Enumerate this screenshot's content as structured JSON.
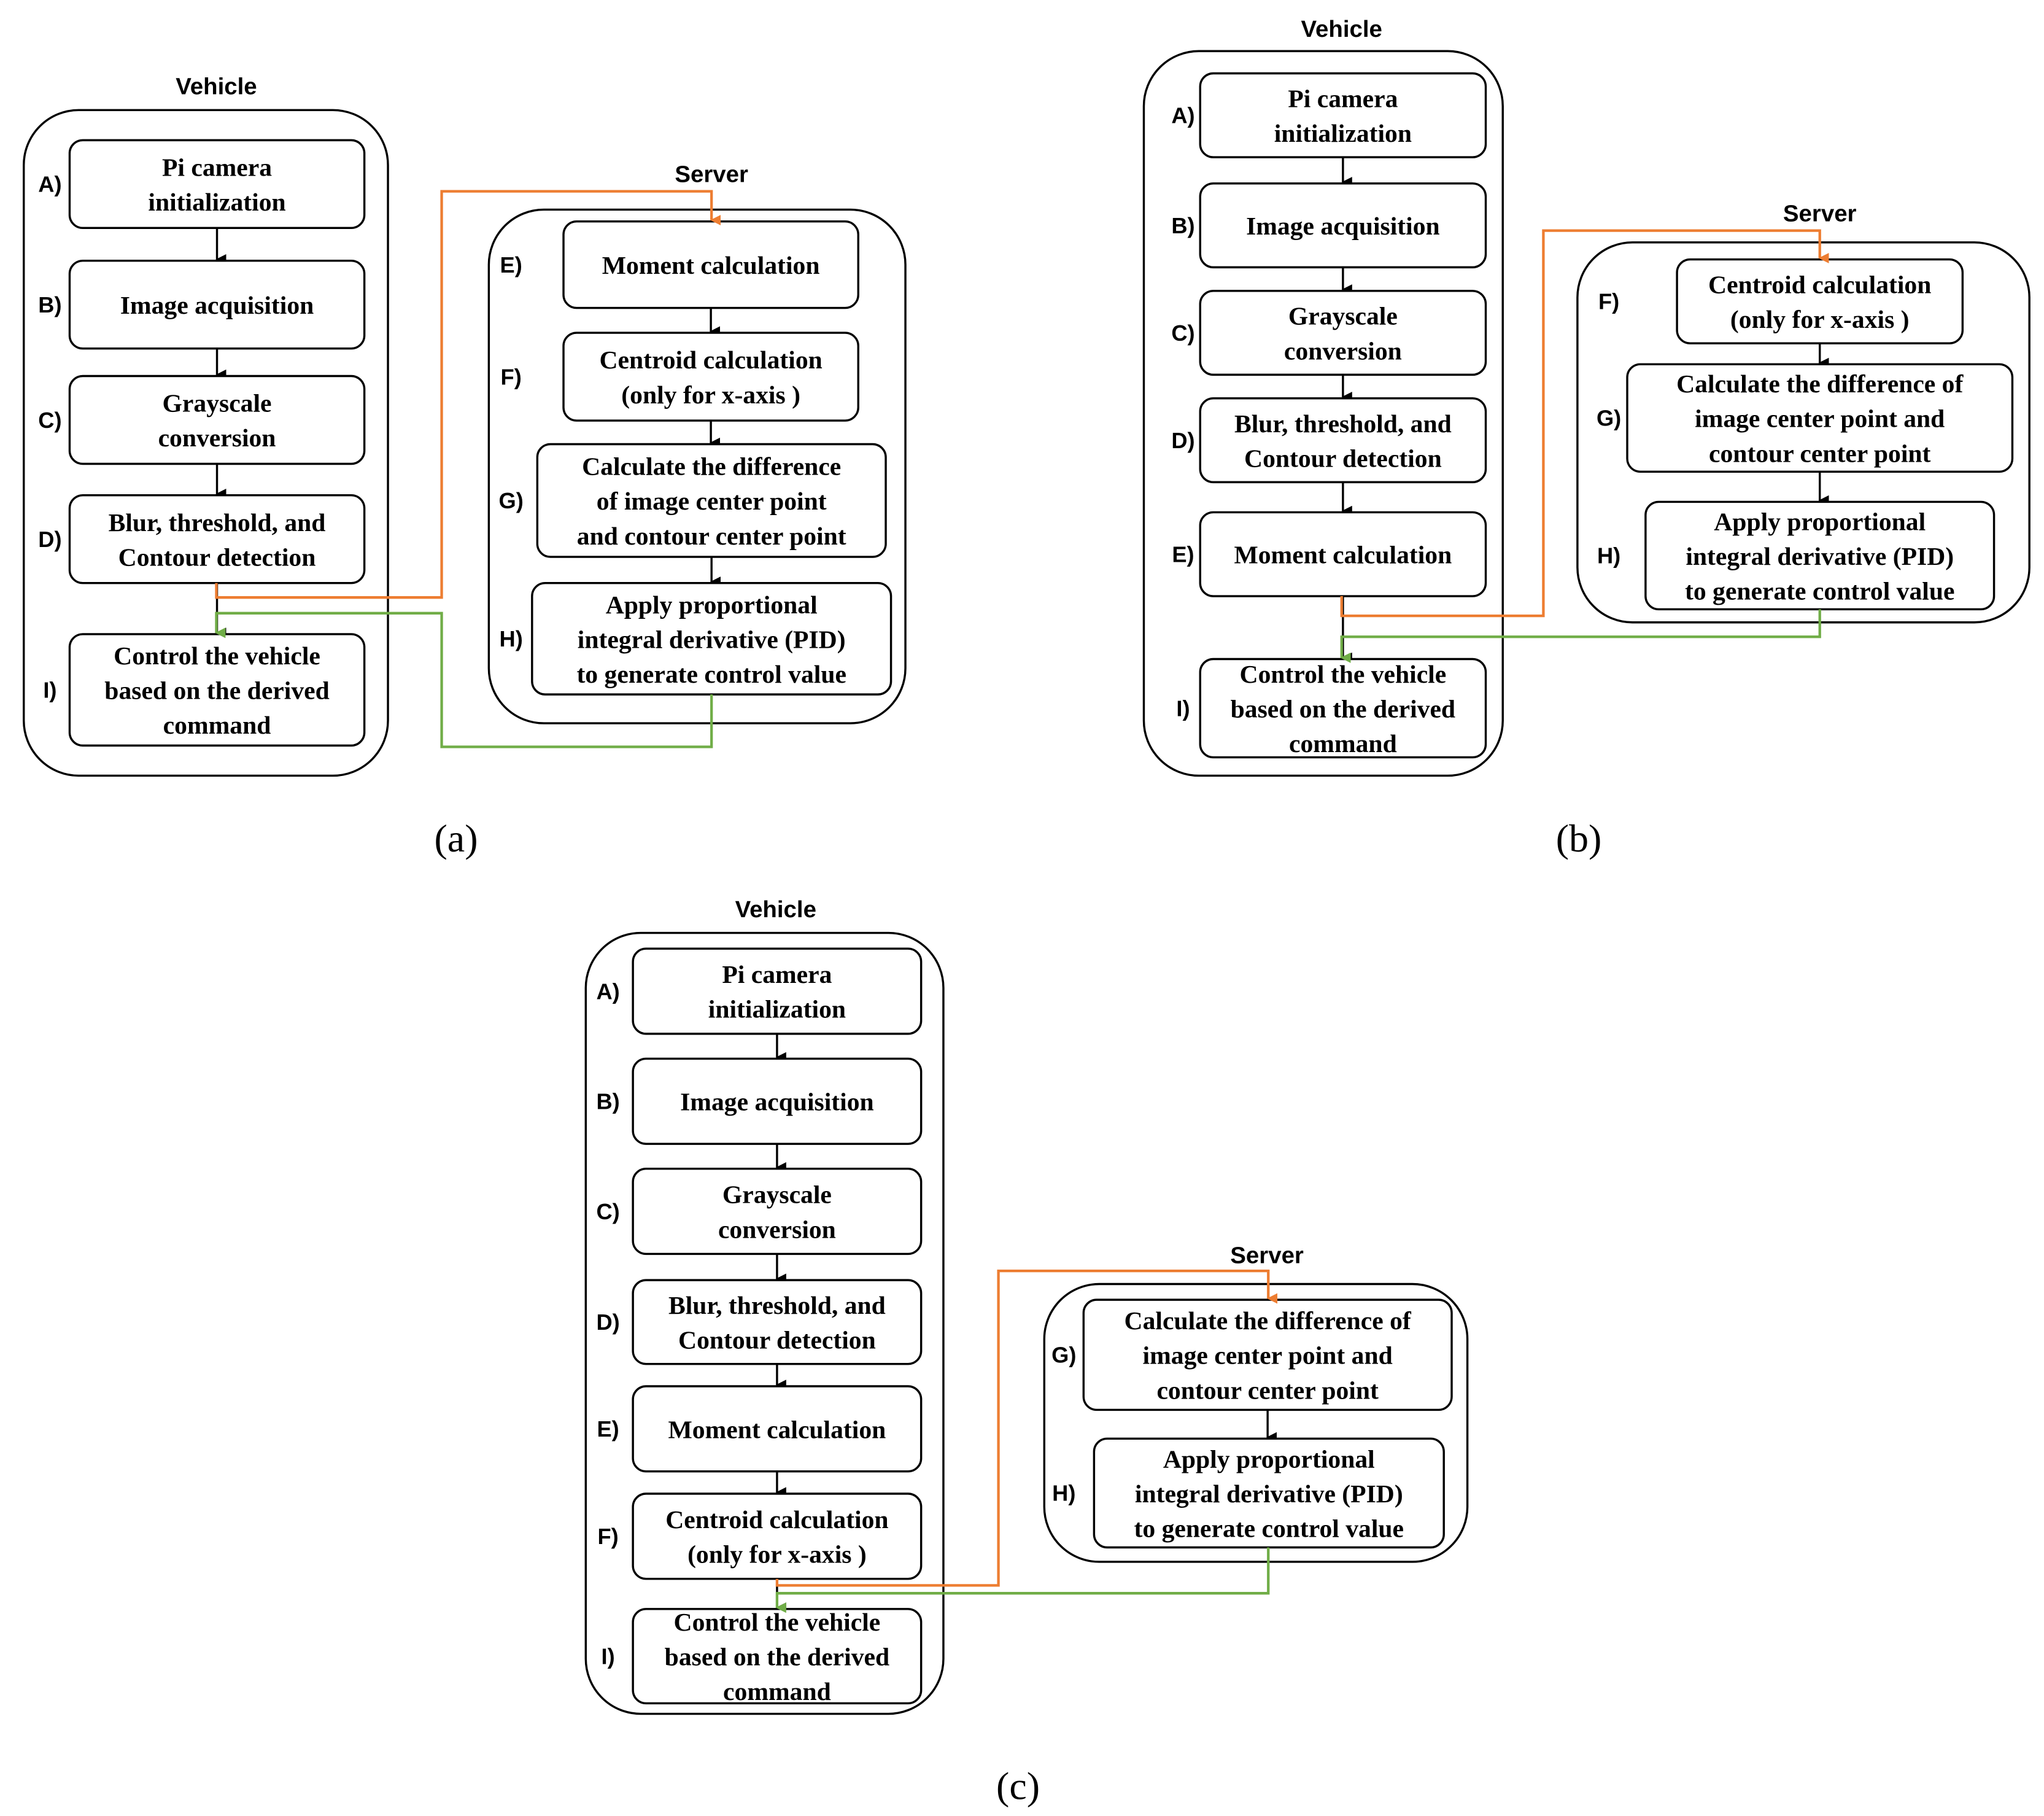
{
  "colors": {
    "request_line": "#ED7D31",
    "response_line": "#70AD47",
    "box_stroke": "#000000"
  },
  "panels": [
    {
      "caption": "(a)",
      "vehicle_title": "Vehicle",
      "server_title": "Server",
      "vehicle_steps": [
        {
          "label": "A)",
          "lines": [
            "Pi camera",
            "initialization"
          ]
        },
        {
          "label": "B)",
          "lines": [
            "Image acquisition"
          ]
        },
        {
          "label": "C)",
          "lines": [
            "Grayscale",
            "conversion"
          ]
        },
        {
          "label": "D)",
          "lines": [
            "Blur, threshold, and",
            "Contour detection"
          ]
        },
        {
          "label": "I)",
          "lines": [
            "Control the vehicle",
            "based on the derived",
            "command"
          ]
        }
      ],
      "server_steps": [
        {
          "label": "E)",
          "lines": [
            "Moment calculation"
          ]
        },
        {
          "label": "F)",
          "lines": [
            "Centroid calculation",
            "(only for x-axis )"
          ]
        },
        {
          "label": "G)",
          "lines": [
            "Calculate the difference",
            "of image center point",
            "and contour center point"
          ]
        },
        {
          "label": "H)",
          "lines": [
            "Apply proportional",
            "integral derivative (PID)",
            "to generate control value"
          ]
        }
      ]
    },
    {
      "caption": "(b)",
      "vehicle_title": "Vehicle",
      "server_title": "Server",
      "vehicle_steps": [
        {
          "label": "A)",
          "lines": [
            "Pi camera",
            "initialization"
          ]
        },
        {
          "label": "B)",
          "lines": [
            "Image acquisition"
          ]
        },
        {
          "label": "C)",
          "lines": [
            "Grayscale",
            "conversion"
          ]
        },
        {
          "label": "D)",
          "lines": [
            "Blur, threshold, and",
            "Contour detection"
          ]
        },
        {
          "label": "E)",
          "lines": [
            "Moment calculation"
          ]
        },
        {
          "label": "I)",
          "lines": [
            "Control the vehicle",
            "based on the derived",
            "command"
          ]
        }
      ],
      "server_steps": [
        {
          "label": "F)",
          "lines": [
            "Centroid calculation",
            "(only for x-axis )"
          ]
        },
        {
          "label": "G)",
          "lines": [
            "Calculate the difference of",
            "image center point and",
            "contour center point"
          ]
        },
        {
          "label": "H)",
          "lines": [
            "Apply proportional",
            "integral derivative (PID)",
            "to generate control value"
          ]
        }
      ]
    },
    {
      "caption": "(c)",
      "vehicle_title": "Vehicle",
      "server_title": "Server",
      "vehicle_steps": [
        {
          "label": "A)",
          "lines": [
            "Pi camera",
            "initialization"
          ]
        },
        {
          "label": "B)",
          "lines": [
            "Image acquisition"
          ]
        },
        {
          "label": "C)",
          "lines": [
            "Grayscale",
            "conversion"
          ]
        },
        {
          "label": "D)",
          "lines": [
            "Blur, threshold, and",
            "Contour detection"
          ]
        },
        {
          "label": "E)",
          "lines": [
            "Moment calculation"
          ]
        },
        {
          "label": "F)",
          "lines": [
            "Centroid calculation",
            "(only for x-axis )"
          ]
        },
        {
          "label": "I)",
          "lines": [
            "Control the vehicle",
            "based on the derived",
            "command"
          ]
        }
      ],
      "server_steps": [
        {
          "label": "G)",
          "lines": [
            "Calculate the difference of",
            "image center point and",
            "contour center point"
          ]
        },
        {
          "label": "H)",
          "lines": [
            "Apply proportional",
            "integral derivative (PID)",
            "to generate control value"
          ]
        }
      ]
    }
  ]
}
